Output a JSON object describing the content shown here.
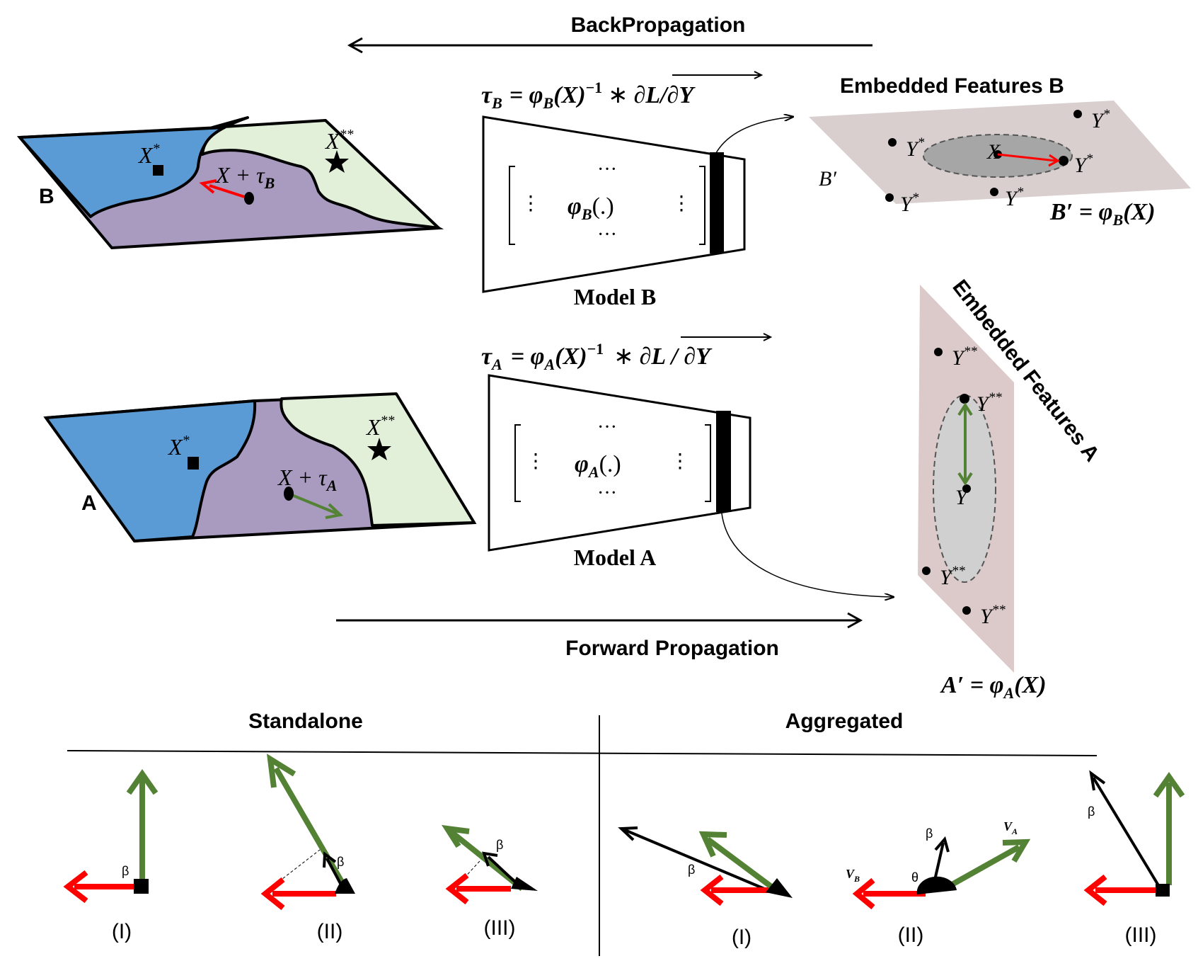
{
  "top": {
    "backprop": "BackPropagation",
    "forward": "Forward Propagation"
  },
  "models": {
    "b": {
      "name": "Model B",
      "func": "φ",
      "sub": "B",
      "args": "(.)",
      "ell": "···",
      "vell": "⋮",
      "tau_eq": {
        "tau": "τ",
        "sub": "B",
        "rhs_a": "= φ",
        "rhs_sub": "B",
        "rhs_b": "(X)",
        "exp": "−1",
        "star": "∗",
        "grad": "∂L/∂Y"
      }
    },
    "a": {
      "name": "Model A",
      "func": "φ",
      "sub": "A",
      "args": "(.)",
      "ell": "···",
      "vell": "⋮",
      "tau_eq": {
        "tau": "τ",
        "sub": "A",
        "rhs_a": "= φ",
        "rhs_sub": "A",
        "rhs_b": "(X)",
        "exp": "−1",
        "star": "∗",
        "grad": "∂L / ∂Y"
      }
    }
  },
  "manifold_b": {
    "label": "B",
    "xstar": "X",
    "xstar_sup": "*",
    "xstarstar": "X",
    "xstarstar_sup": "**",
    "xtau": "X + τ",
    "xtau_sub": "B"
  },
  "manifold_a": {
    "label": "A",
    "xstar": "X",
    "xstar_sup": "*",
    "xstarstar": "X",
    "xstarstar_sup": "**",
    "xtau": "X + τ",
    "xtau_sub": "A"
  },
  "embedded_b": {
    "title": "Embedded Features B",
    "plane_label": "B′",
    "eq_a": "B′ = φ",
    "eq_sub": "B",
    "eq_b": "(X)",
    "y": "Y",
    "ystar": "*",
    "x": "X"
  },
  "embedded_a": {
    "title": "Embedded Features A",
    "eq_a": "A′ = φ",
    "eq_sub": "A",
    "eq_b": "(X)",
    "y": "Y",
    "ystarstar": "**"
  },
  "bottom": {
    "standalone": "Standalone",
    "aggregated": "Aggregated",
    "beta": "β",
    "theta": "θ",
    "vb": "V",
    "vb_sub": "B",
    "va": "V",
    "va_sub": "A",
    "cases": [
      "(I)",
      "(II)",
      "(III)"
    ]
  },
  "colors": {
    "blue": "#5b9bd5",
    "purple": "#a99bbf",
    "green_region": "#e2efd9",
    "red": "#ff0000",
    "green_arrow": "#548235",
    "plane": "#d9cfcf",
    "plane_a": "#dccaca",
    "ellipse": "#a6a6a6"
  }
}
